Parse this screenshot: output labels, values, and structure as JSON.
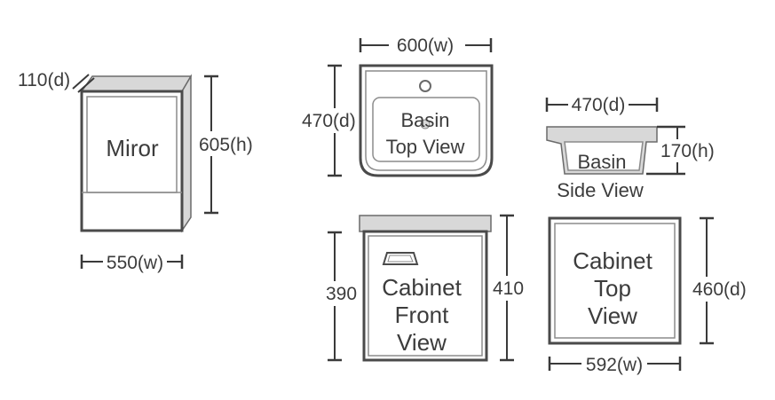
{
  "mirror": {
    "label": "Miror",
    "depth": "110(d)",
    "height": "605(h)",
    "width": "550(w)"
  },
  "basin_top": {
    "label_line1": "Basin",
    "label_line2": "Top View",
    "width": "600(w)",
    "depth": "470(d)"
  },
  "basin_side": {
    "label": "Basin",
    "caption": "Side View",
    "depth": "470(d)",
    "height": "170(h)"
  },
  "cabinet_front": {
    "label_line1": "Cabinet",
    "label_line2": "Front",
    "label_line3": "View",
    "inner_height": "390",
    "outer_height": "410"
  },
  "cabinet_top": {
    "label_line1": "Cabinet",
    "label_line2": "Top",
    "label_line3": "View",
    "depth": "460(d)",
    "width": "592(w)"
  }
}
